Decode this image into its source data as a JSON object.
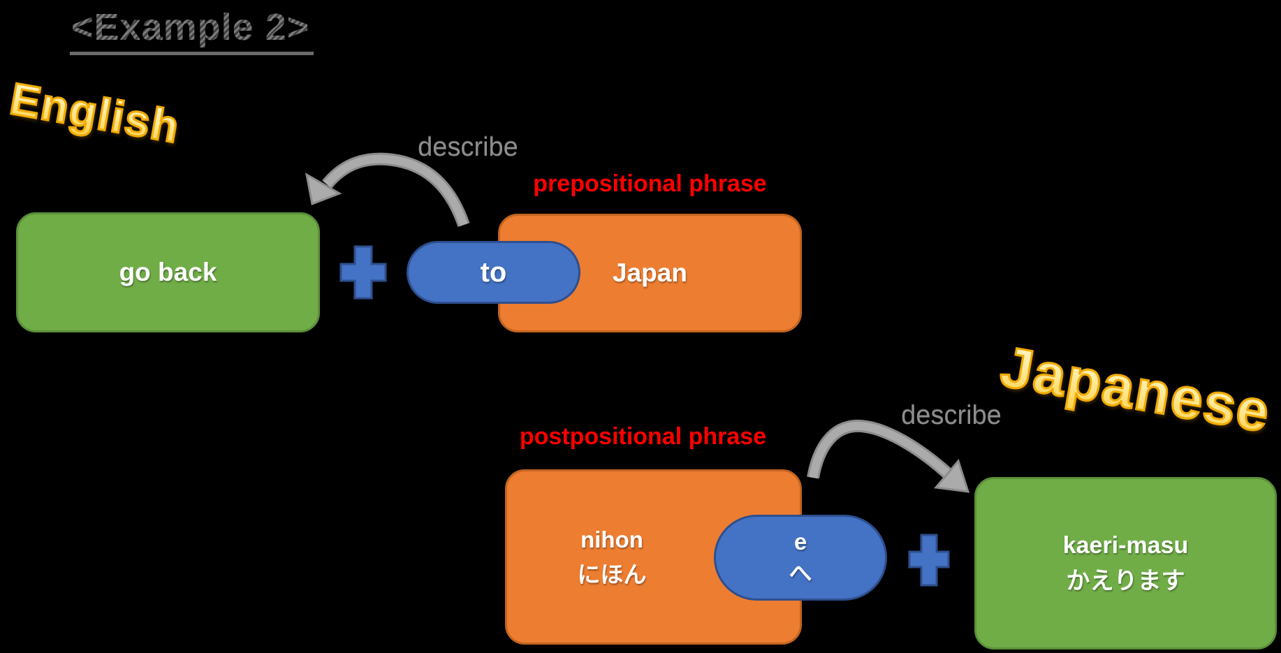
{
  "title": "<Example 2>",
  "english": {
    "heading": "English",
    "describe_label": "describe",
    "phrase_label": "prepositional phrase",
    "verb_box": "go back",
    "plus_icon": "plus",
    "preposition_pill": "to",
    "noun_box": "Japan"
  },
  "japanese": {
    "heading": "Japanese",
    "describe_label": "describe",
    "phrase_label": "postpositional phrase",
    "noun_box": {
      "romaji": "nihon",
      "kana": "にほん"
    },
    "particle_pill": {
      "romaji": "e",
      "kana": "へ"
    },
    "plus_icon": "plus",
    "verb_box": {
      "romaji": "kaeri-masu",
      "kana": "かえります"
    }
  },
  "colors": {
    "background": "#000000",
    "box_green": "#70AD47",
    "box_orange": "#ED7D31",
    "box_blue": "#4472C4",
    "label_red": "#FF0000",
    "describe_gray": "#8D8D8D",
    "arrow_gray": "#A9A9A9",
    "wordart_gold": "#FFC000",
    "title_gray": "#636363",
    "box_text": "#FFFFFF"
  }
}
